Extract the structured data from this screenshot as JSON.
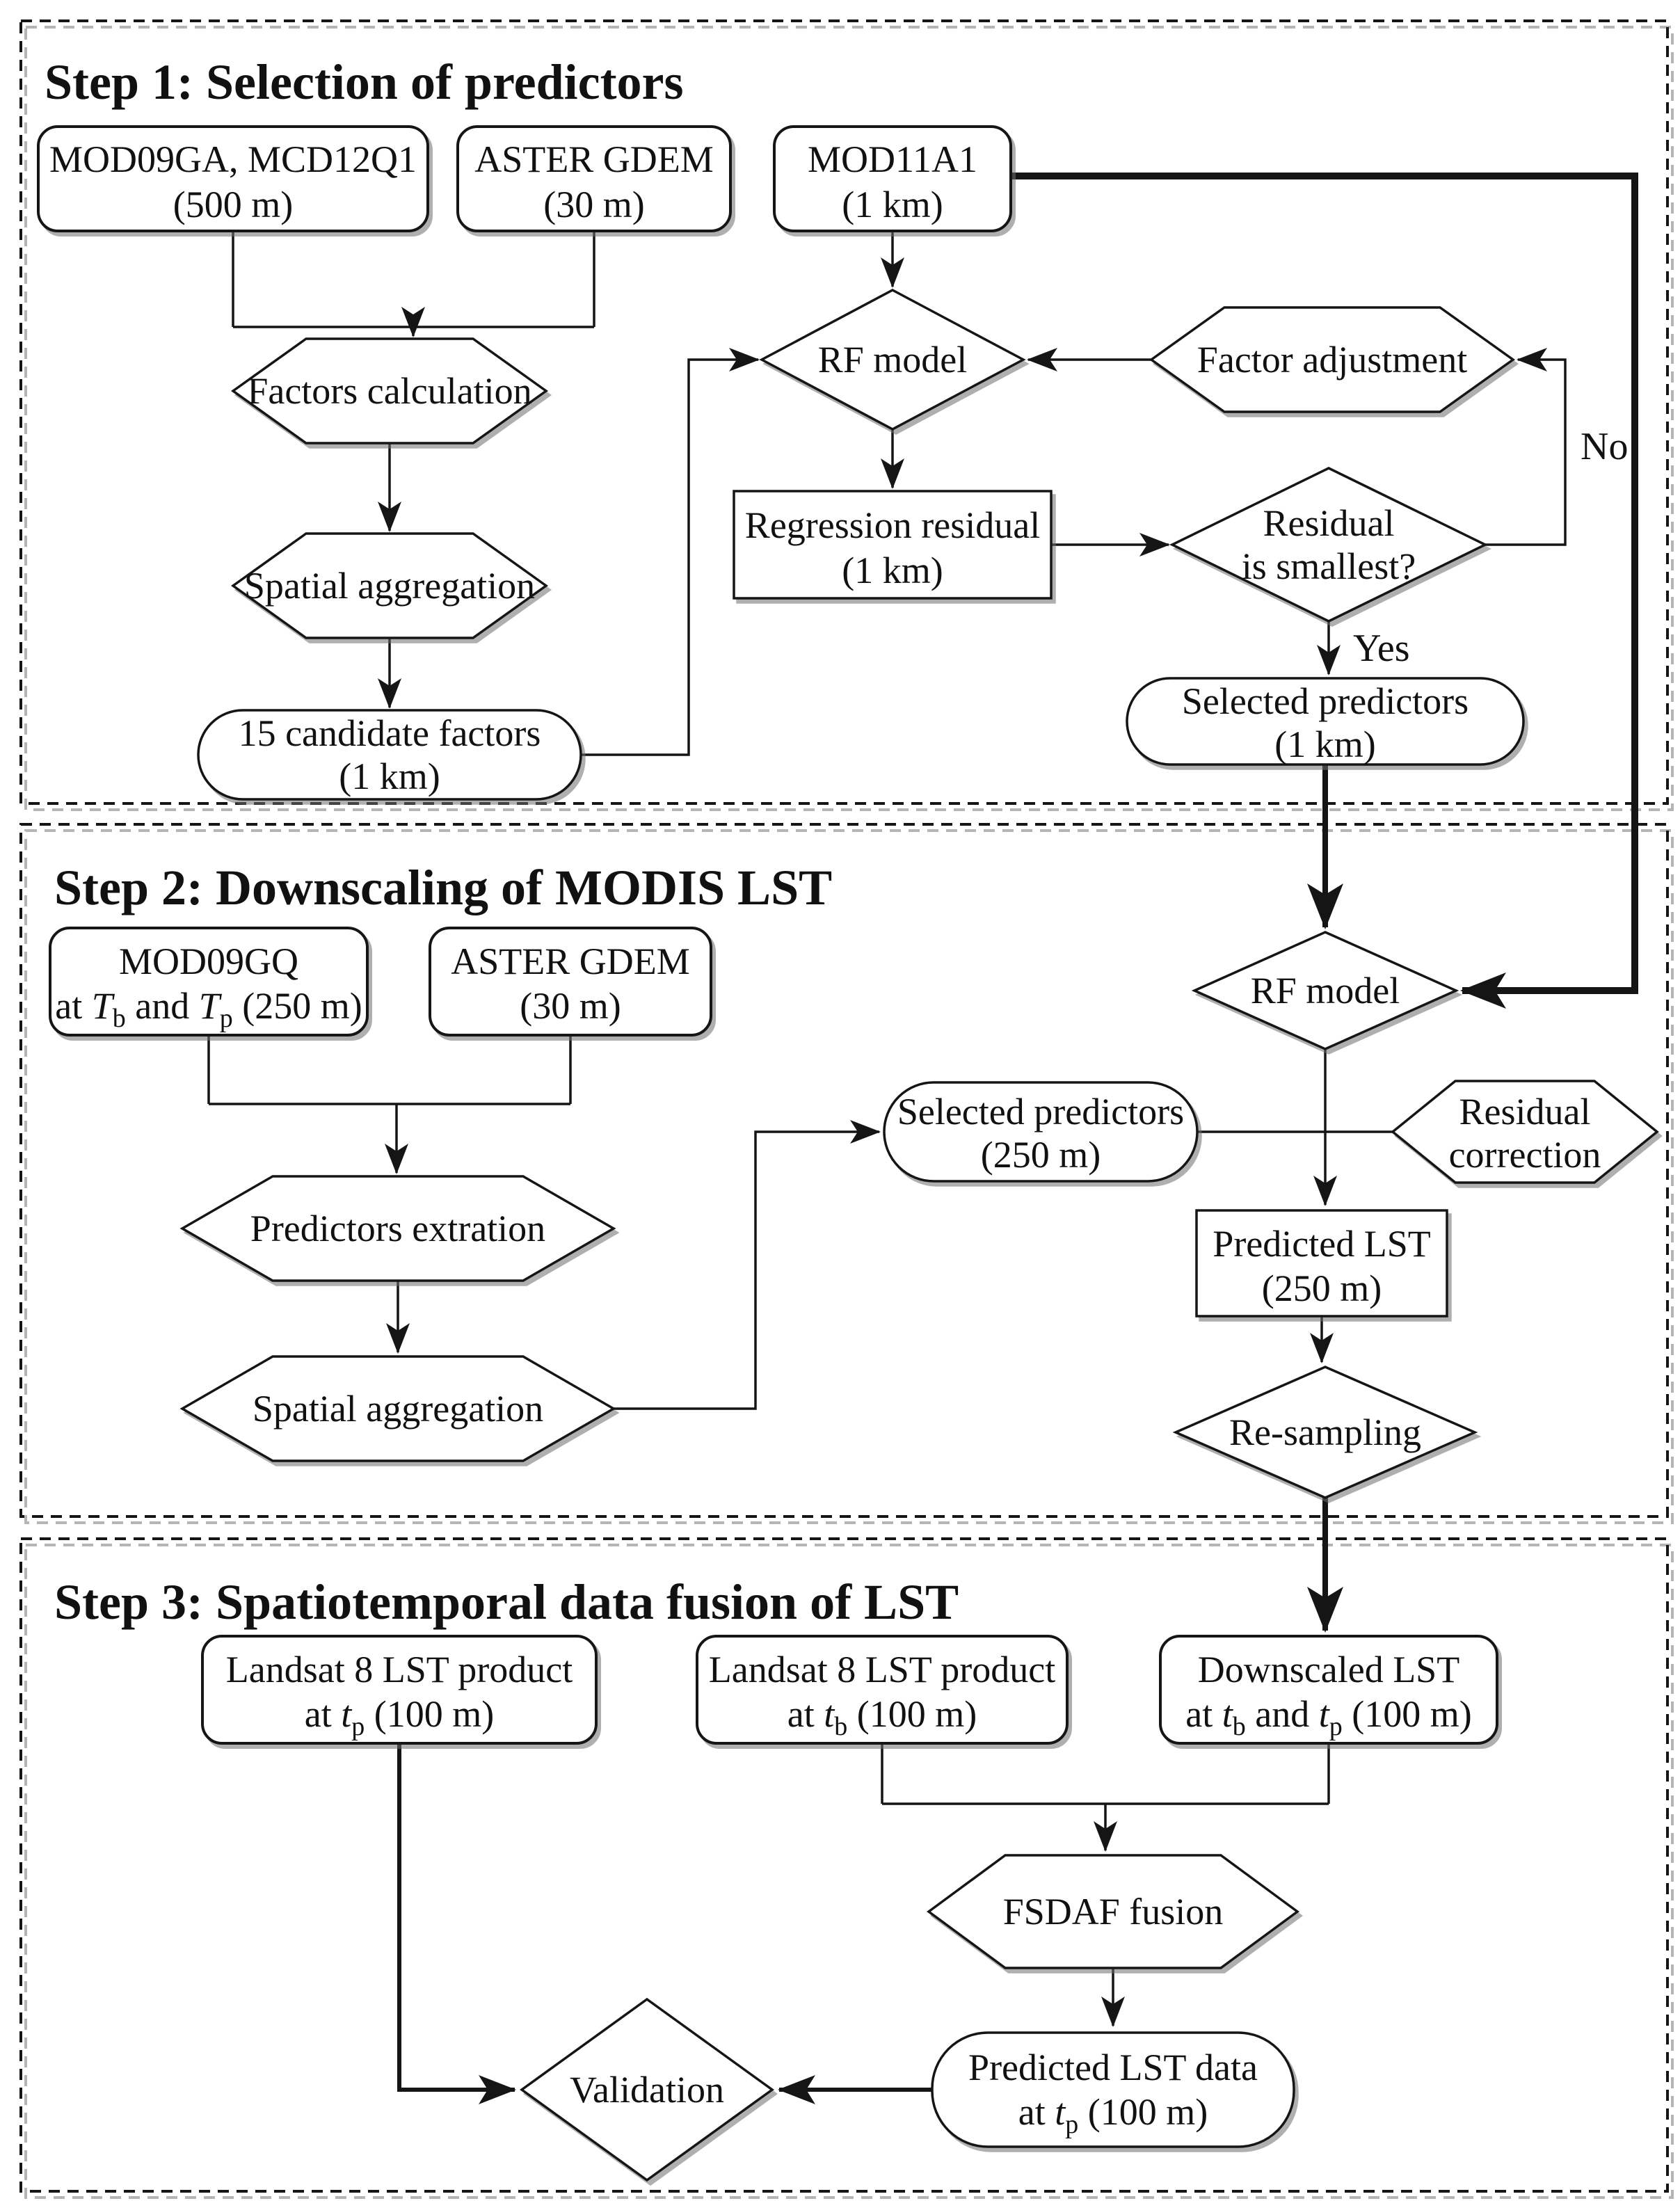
{
  "step1": {
    "title": "Step 1: Selection of predictors",
    "nodes": {
      "mod09ga": {
        "line1": "MOD09GA, MCD12Q1",
        "line2": "(500 m)"
      },
      "aster": {
        "line1": "ASTER GDEM",
        "line2": "(30 m)"
      },
      "mod11a1": {
        "line1": "MOD11A1",
        "line2": "(1 km)"
      },
      "factors_calculation": {
        "line1": "Factors calculation"
      },
      "spatial_aggregation": {
        "line1": "Spatial aggregation"
      },
      "candidate_factors": {
        "line1": "15 candidate factors",
        "line2": "(1 km)"
      },
      "rf_model": {
        "line1": "RF model"
      },
      "factor_adjustment": {
        "line1": "Factor adjustment"
      },
      "regression_residual": {
        "line1": "Regression residual",
        "line2": "(1 km)"
      },
      "residual_smallest": {
        "line1": "Residual",
        "line2": "is smallest?"
      },
      "selected_predictors": {
        "line1": "Selected predictors",
        "line2": "(1 km)"
      }
    },
    "labels": {
      "yes": "Yes",
      "no": "No"
    }
  },
  "step2": {
    "title": "Step 2: Downscaling of MODIS LST",
    "nodes": {
      "mod09gq": {
        "line1": "MOD09GQ",
        "line2_parts": [
          "at ",
          "T",
          "b",
          " and ",
          "T",
          "p",
          " (250 m)"
        ]
      },
      "aster": {
        "line1": "ASTER GDEM",
        "line2": "(30 m)"
      },
      "predictors_extration": {
        "line1": "Predictors extration"
      },
      "spatial_aggregation": {
        "line1": "Spatial aggregation"
      },
      "selected_predictors": {
        "line1": "Selected predictors",
        "line2": "(250 m)"
      },
      "rf_model": {
        "line1": "RF model"
      },
      "residual_correction": {
        "line1": "Residual",
        "line2": "correction"
      },
      "predicted_lst": {
        "line1": "Predicted LST",
        "line2": "(250 m)"
      },
      "resampling": {
        "line1": "Re-sampling"
      }
    }
  },
  "step3": {
    "title": "Step 3: Spatiotemporal data fusion of LST",
    "nodes": {
      "landsat_tp": {
        "line1": "Landsat 8 LST product",
        "line2_parts": [
          "at ",
          "t",
          "p",
          " (100 m)"
        ]
      },
      "landsat_tb": {
        "line1": "Landsat 8 LST product",
        "line2_parts": [
          "at ",
          "t",
          "b",
          " (100 m)"
        ]
      },
      "downscaled_lst": {
        "line1": "Downscaled LST",
        "line2_parts": [
          "at ",
          "t",
          "b",
          " and ",
          "t",
          "p",
          " (100 m)"
        ]
      },
      "fsdaf_fusion": {
        "line1": "FSDAF fusion"
      },
      "validation": {
        "line1": "Validation"
      },
      "predicted_lst_data": {
        "line1": "Predicted LST data",
        "line2_parts": [
          "at ",
          "t",
          "p",
          " (100 m)"
        ]
      }
    }
  }
}
